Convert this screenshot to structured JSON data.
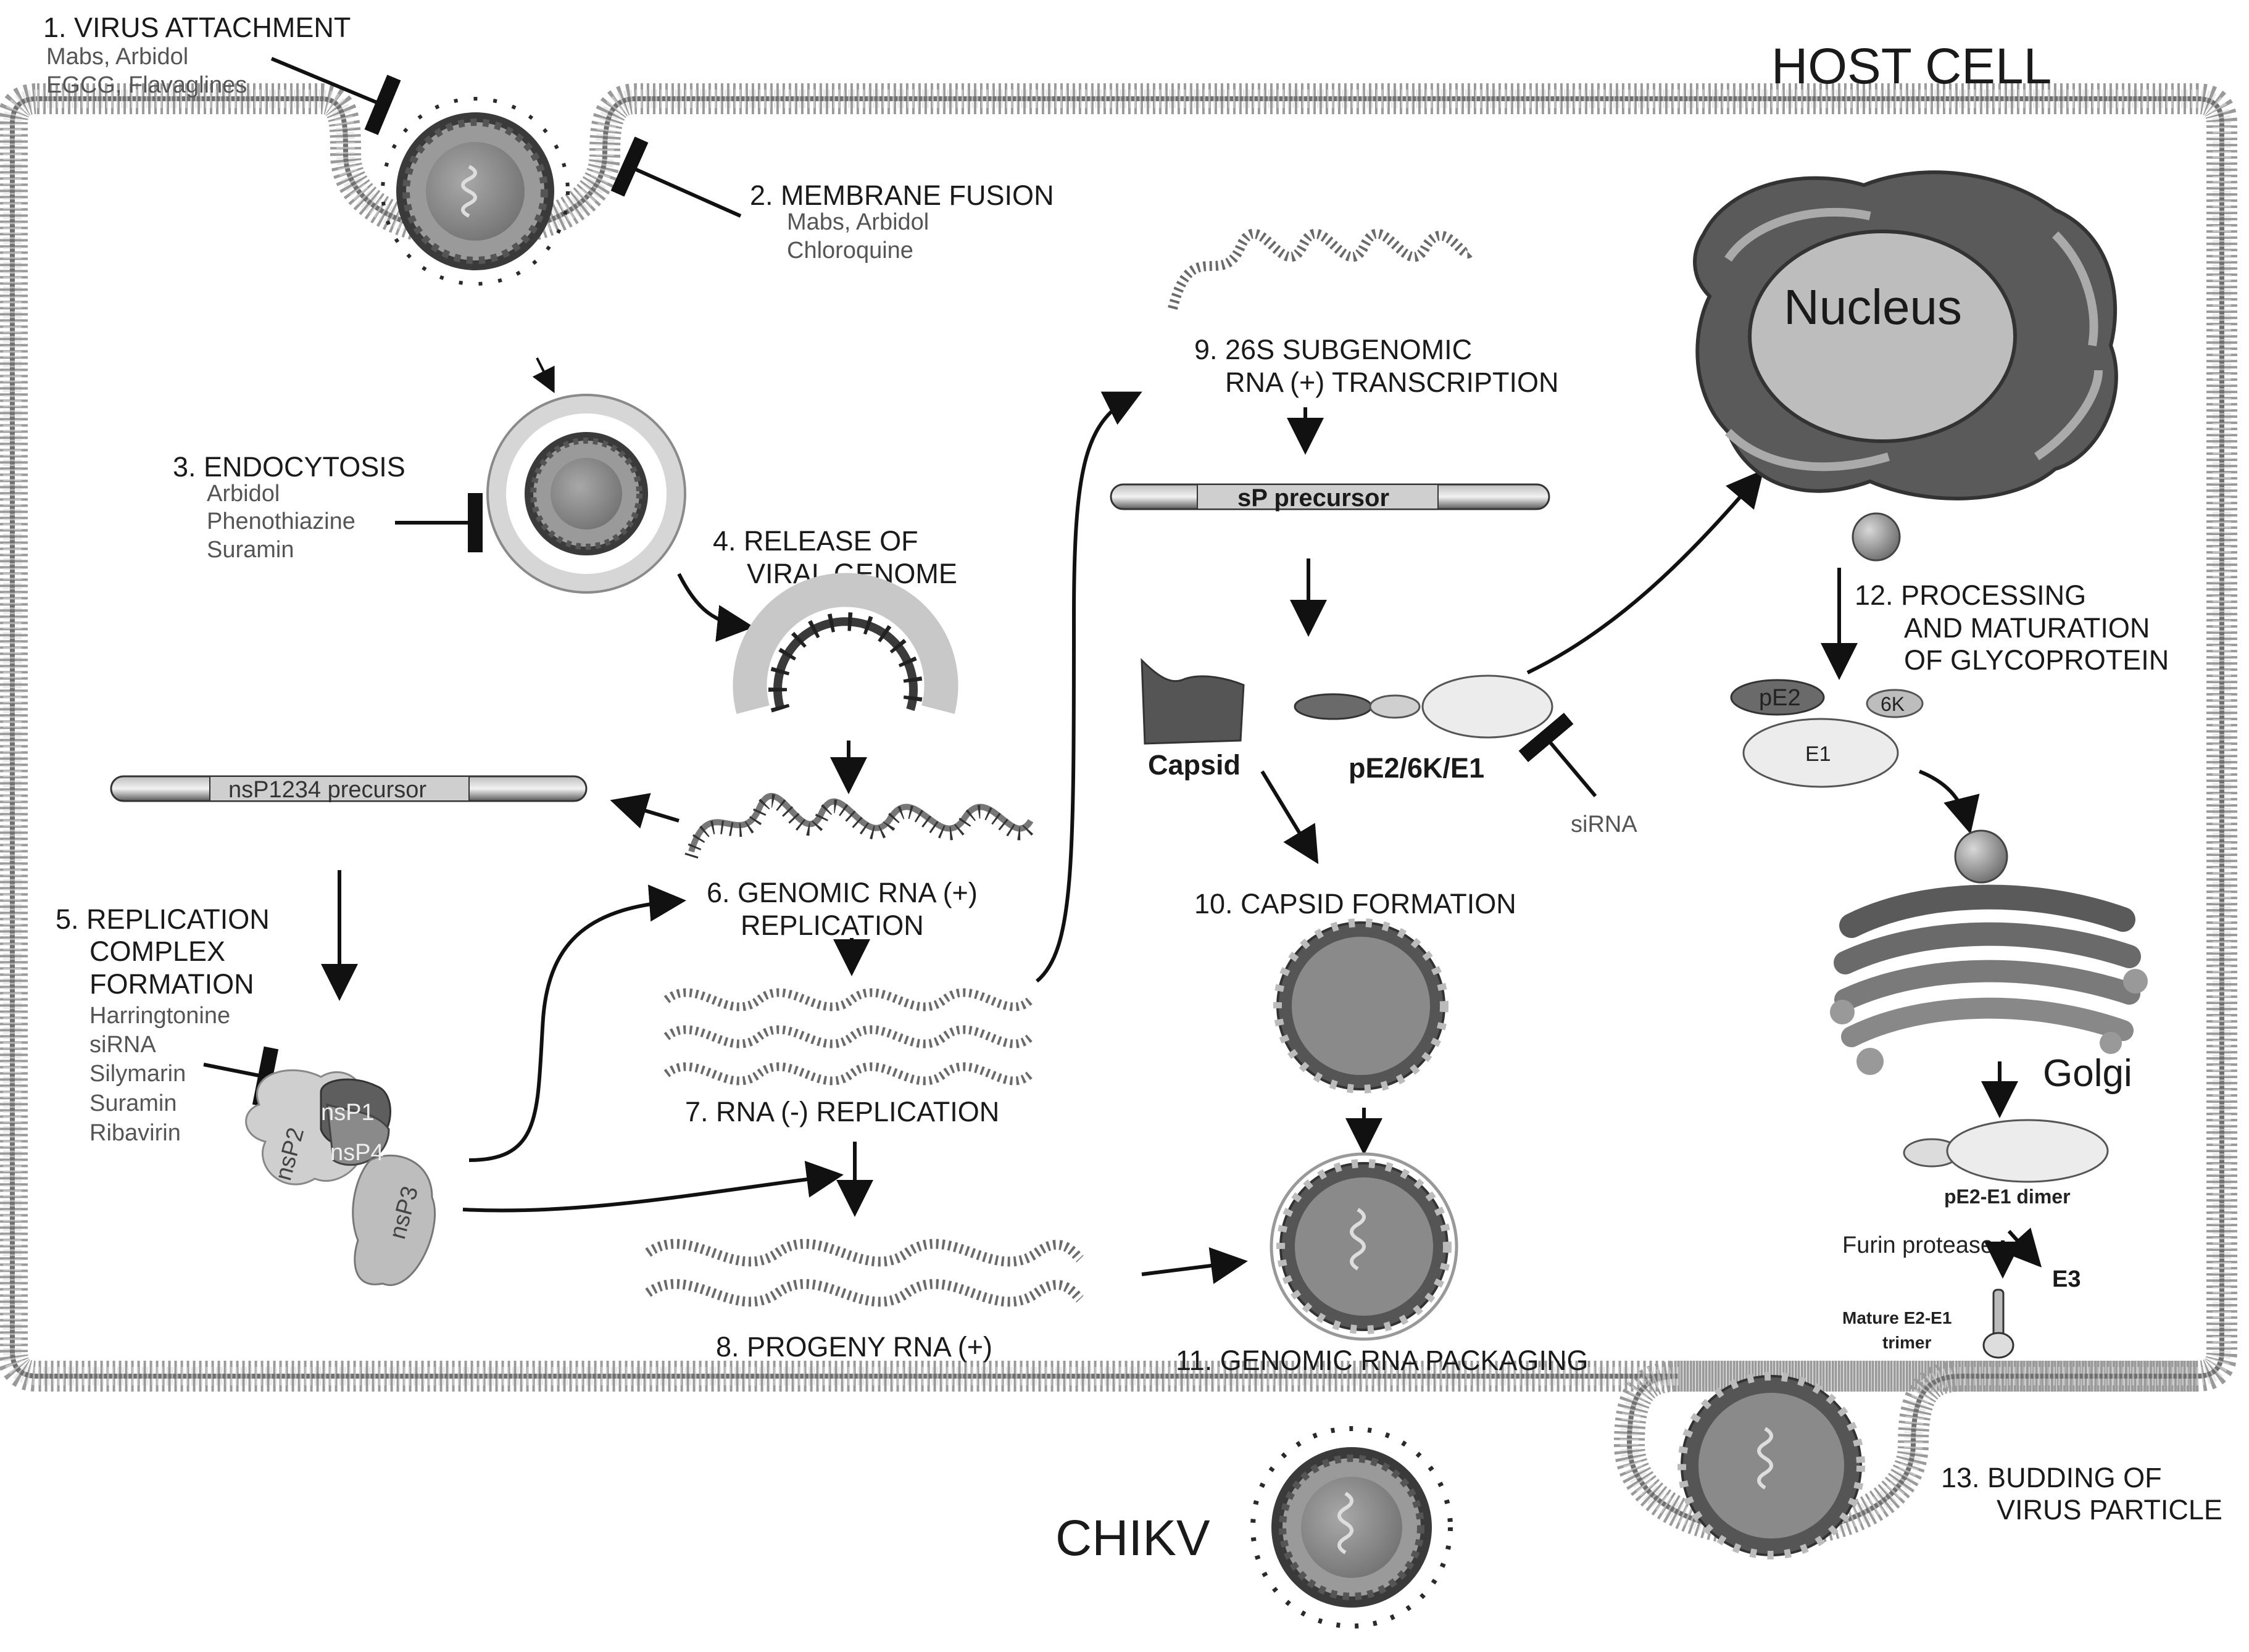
{
  "title": "HOST CELL",
  "virus_name": "CHIKV",
  "nucleus_label": "Nucleus",
  "golgi_label": "Golgi",
  "steps": {
    "s1": "1. VIRUS ATTACHMENT",
    "s2": "2. MEMBRANE FUSION",
    "s3": "3. ENDOCYTOSIS",
    "s4a": "4. RELEASE OF",
    "s4b": "VIRAL GENOME",
    "s5a": "5. REPLICATION",
    "s5b": "COMPLEX",
    "s5c": "FORMATION",
    "s6a": "6. GENOMIC RNA (+)",
    "s6b": "REPLICATION",
    "s7": "7. RNA (-) REPLICATION",
    "s8": "8. PROGENY RNA (+)",
    "s9a": "9. 26S SUBGENOMIC",
    "s9b": "RNA (+) TRANSCRIPTION",
    "s10": "10. CAPSID FORMATION",
    "s11": "11. GENOMIC RNA PACKAGING",
    "s12a": "12. PROCESSING",
    "s12b": "AND MATURATION",
    "s12c": "OF GLYCOPROTEIN",
    "s13a": "13. BUDDING OF",
    "s13b": "VIRUS PARTICLE"
  },
  "inhibitors": {
    "attachment": [
      "Mabs, Arbidol",
      "EGCG, Flavaglines"
    ],
    "fusion": [
      "Mabs, Arbidol",
      "Chloroquine"
    ],
    "endocytosis": [
      "Arbidol",
      "Phenothiazine",
      "Suramin"
    ],
    "replication_complex": [
      "Harringtonine",
      "siRNA",
      "Silymarin",
      "Suramin",
      "Ribavirin"
    ],
    "glycoprotein": "siRNA"
  },
  "proteins": {
    "nsp_precursor": "nsP1234 precursor",
    "sp_precursor": "sP precursor",
    "capsid": "Capsid",
    "pe2_6k_e1": "pE2/6K/E1",
    "pe2": "pE2",
    "k6": "6K",
    "e1": "E1",
    "nsp1": "nsP1",
    "nsp2": "nsP2",
    "nsp3": "nsP3",
    "nsp4": "nsP4",
    "dimer": "pE2-E1 dimer",
    "furin": "Furin protease",
    "e3": "E3",
    "mature_a": "Mature E2-E1",
    "mature_b": "trimer"
  }
}
